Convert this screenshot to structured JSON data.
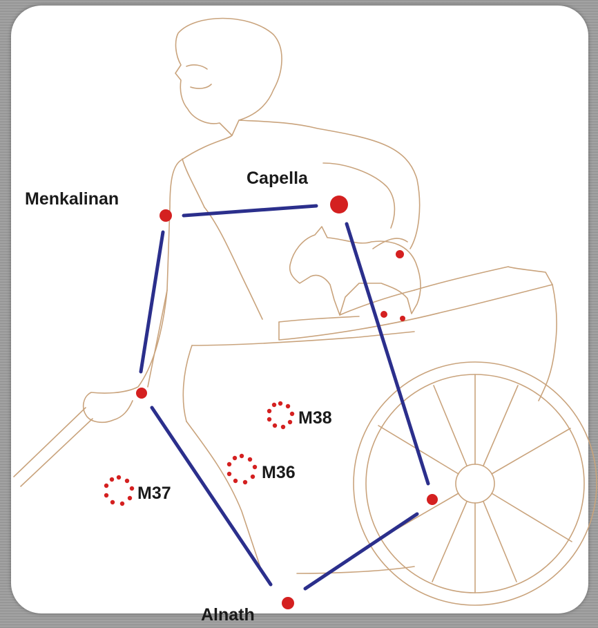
{
  "colors": {
    "outline": "#c9a37c",
    "line": "#2b2f8c",
    "star": "#d42020",
    "text": "#1a1a1a",
    "card": "#ffffff"
  },
  "figure": {
    "subject": "charioteer-with-goat-and-chariot-wheel"
  },
  "stars": {
    "capella": "Capella",
    "menkalinan": "Menkalinan",
    "alnath": "Alnath"
  },
  "clusters": {
    "m36": "M36",
    "m37": "M37",
    "m38": "M38"
  }
}
